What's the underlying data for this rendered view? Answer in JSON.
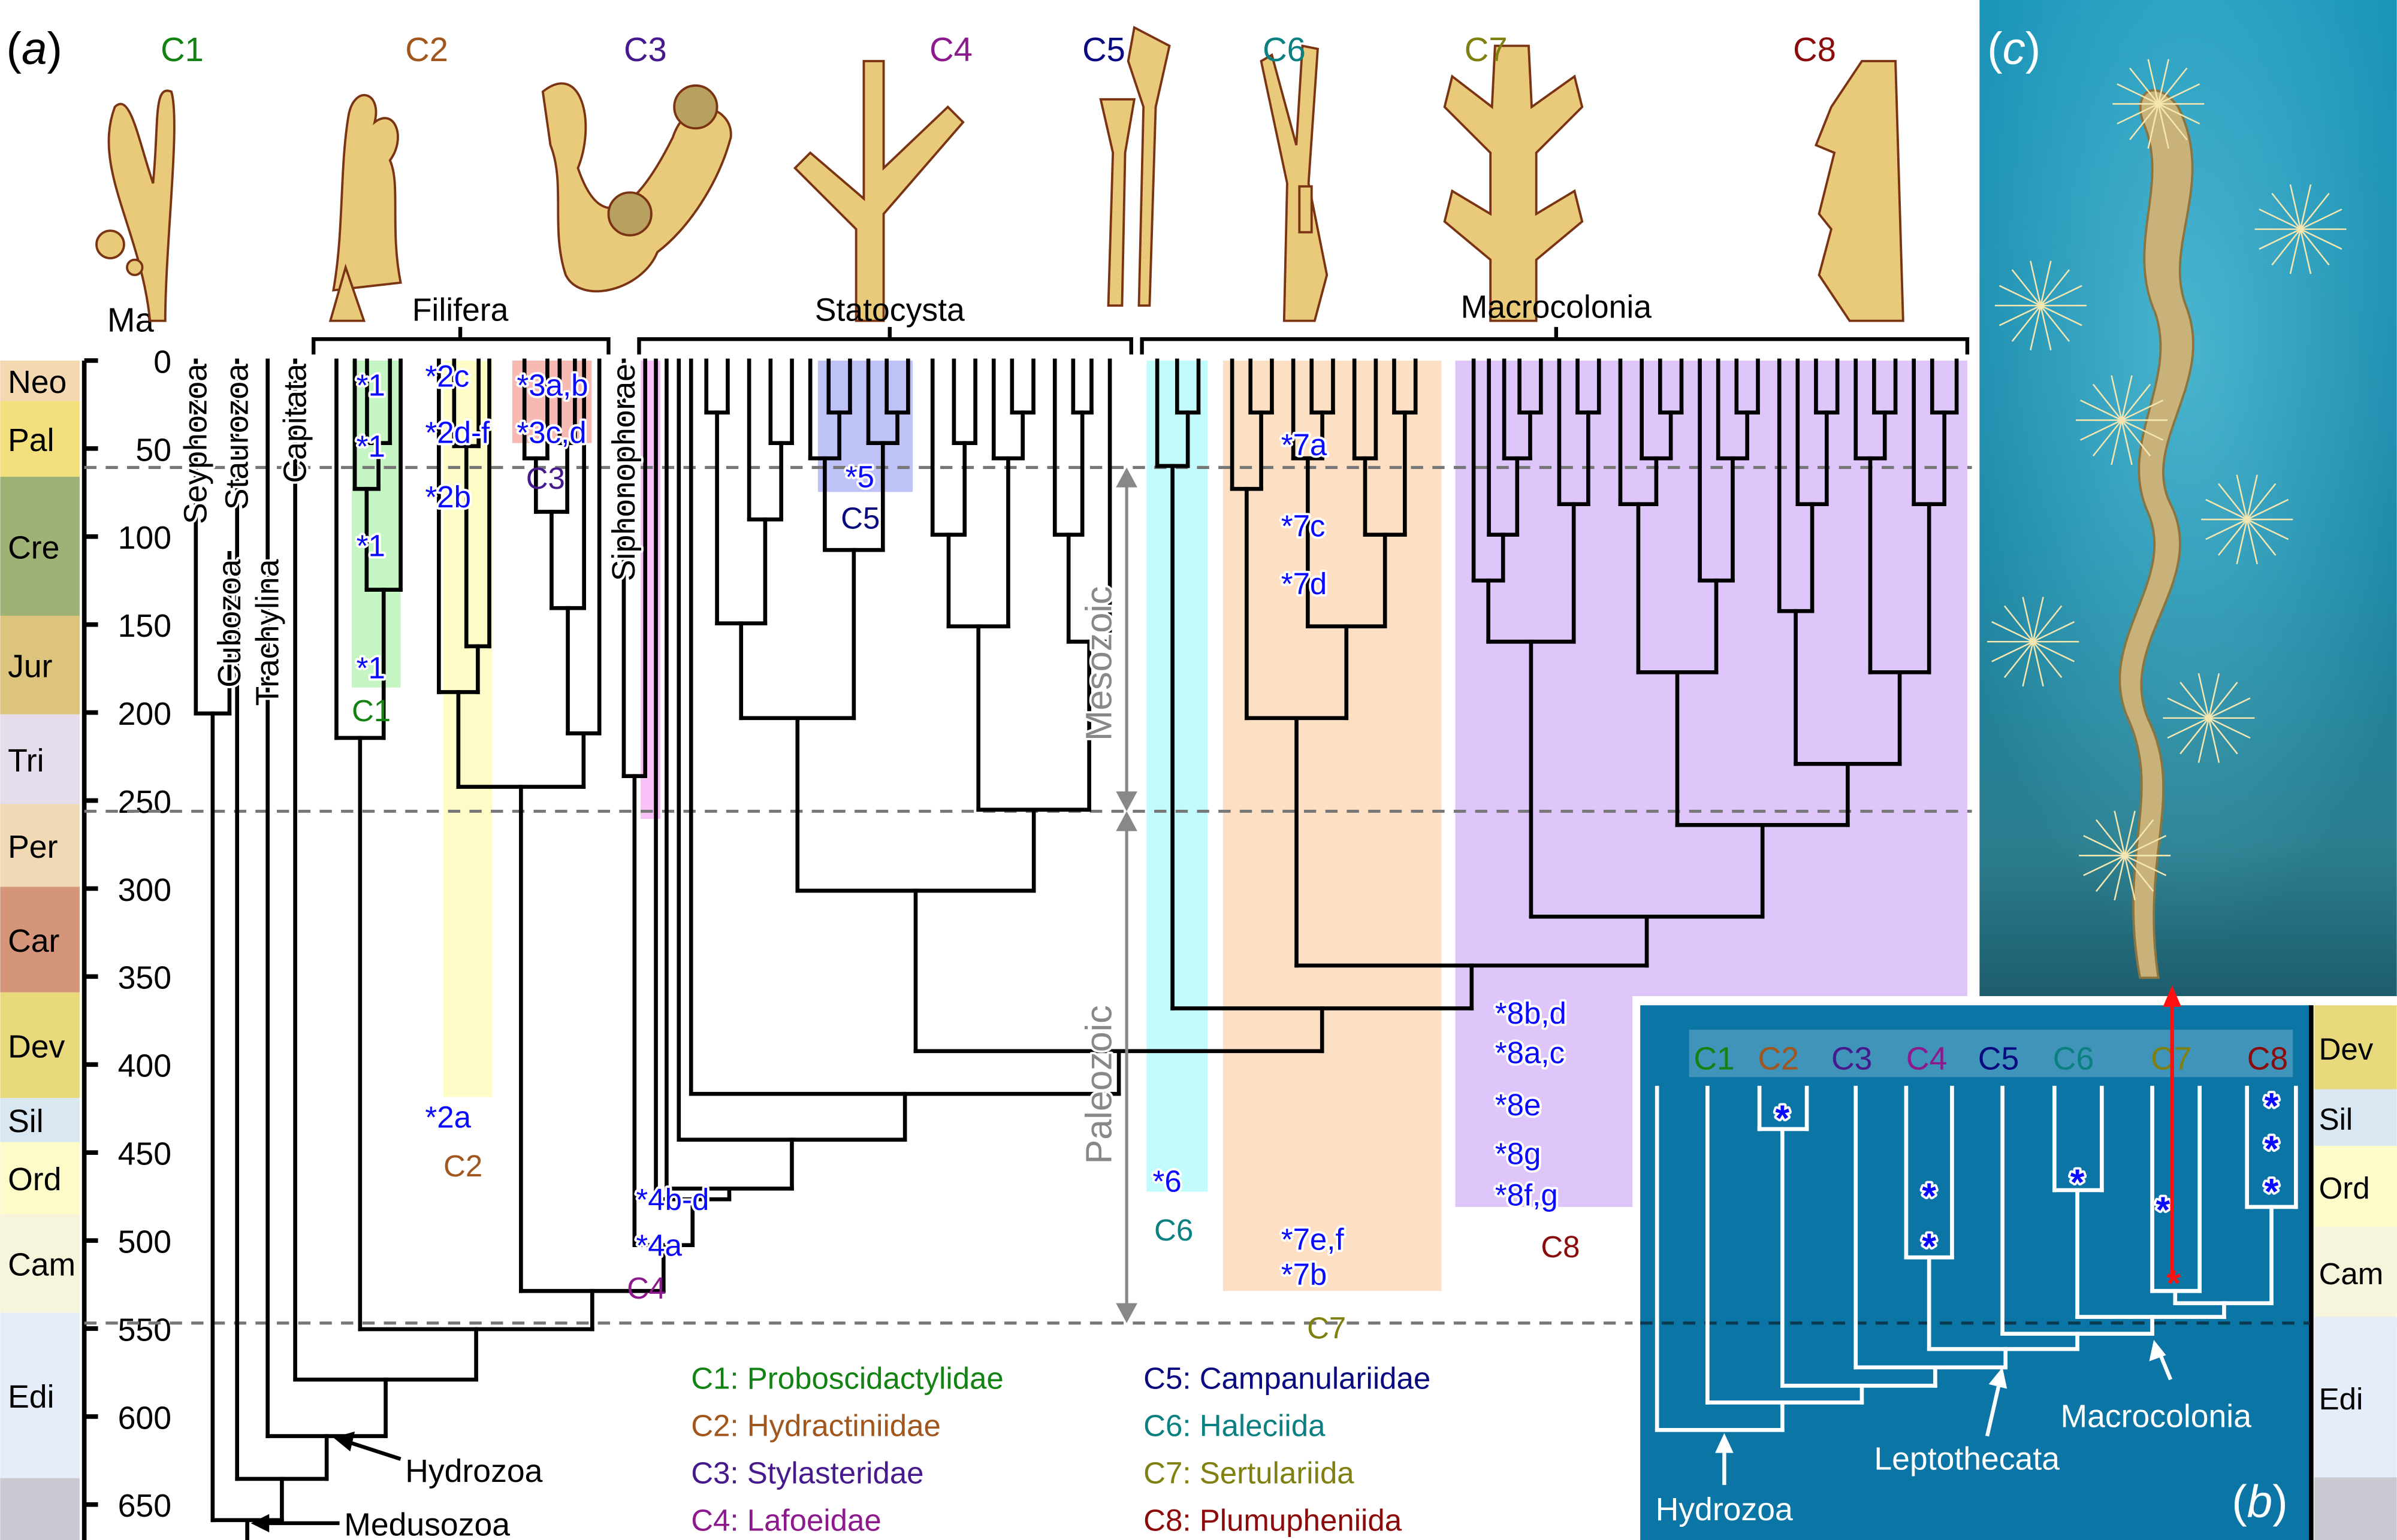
{
  "panel_labels": {
    "a": "a",
    "b": "b",
    "c": "c"
  },
  "axis": {
    "unit": "Ma",
    "ticks": [
      "0",
      "50",
      "100",
      "150",
      "200",
      "250",
      "300",
      "350",
      "400",
      "450",
      "500",
      "550",
      "600",
      "650"
    ]
  },
  "periods": [
    {
      "abbr": "Neo",
      "color": "#f3d8b2"
    },
    {
      "abbr": "Pal",
      "color": "#f2e07c"
    },
    {
      "abbr": "Cre",
      "color": "#9fb276"
    },
    {
      "abbr": "Jur",
      "color": "#dcc47c"
    },
    {
      "abbr": "Tri",
      "color": "#e5dcec"
    },
    {
      "abbr": "Per",
      "color": "#f1d9b5"
    },
    {
      "abbr": "Car",
      "color": "#d5957a"
    },
    {
      "abbr": "Dev",
      "color": "#e7d97c"
    },
    {
      "abbr": "Sil",
      "color": "#d8e7f2"
    },
    {
      "abbr": "Ord",
      "color": "#fdfbc8"
    },
    {
      "abbr": "Cam",
      "color": "#f6f4da"
    },
    {
      "abbr": "Edi",
      "color": "#e4edf9"
    },
    {
      "abbr": "",
      "color": "#c9c9d1"
    }
  ],
  "era_labels": {
    "mesozoic": "Mesozoic",
    "paleozoic": "Paleozoic"
  },
  "brackets": {
    "filifera": "Filifera",
    "statocysta": "Statocysta",
    "macrocolonia": "Macrocolonia"
  },
  "taxa": {
    "seyphozoa": "Seyphozoa",
    "cubozoa": "Cubozoa",
    "staurozoa": "Staurozoa",
    "trachylina": "Trachylina",
    "capitata": "Capitata",
    "siphonophorae": "Siphonophorae"
  },
  "node_labels": {
    "hydrozoa": "Hydrozoa",
    "medusozoa": "Medusozoa"
  },
  "clades": [
    {
      "id": "C1",
      "name": "Proboscidactylidae",
      "color": "#128212"
    },
    {
      "id": "C2",
      "name": "Hydractiniidae",
      "color": "#a0561c"
    },
    {
      "id": "C3",
      "name": "Stylasteridae",
      "color": "#461a8c"
    },
    {
      "id": "C4",
      "name": "Lafoeidae",
      "color": "#8c1a8c"
    },
    {
      "id": "C5",
      "name": "Campanulariidae",
      "color": "#0a0a80"
    },
    {
      "id": "C6",
      "name": "Haleciida",
      "color": "#0a8080"
    },
    {
      "id": "C7",
      "name": "Sertulariida",
      "color": "#808010"
    },
    {
      "id": "C8",
      "name": "Plumupheniida",
      "color": "#8b0a0a"
    }
  ],
  "legend": [
    "C1: Proboscidactylidae",
    "C2: Hydractiniidae",
    "C3: Stylasteridae",
    "C4: Lafoeidae",
    "C5: Campanulariidae",
    "C6: Haleciida",
    "C7: Sertulariida",
    "C8: Plumupheniida"
  ],
  "fossils": [
    "*1",
    "*1",
    "*1",
    "*1",
    "*2c",
    "*2d-f",
    "*2b",
    "*2a",
    "*3a,b",
    "*3c,d",
    "*4b-d",
    "*4a",
    "*5",
    "*6",
    "*7a",
    "*7c",
    "*7d",
    "*7e,f",
    "*7b",
    "*8b,d",
    "*8a,c",
    "*8e",
    "*8g",
    "*8f,g"
  ],
  "fossil_color": "#0a0aff",
  "panel_b": {
    "clade_labels": [
      "C1",
      "C2",
      "C3",
      "C4",
      "C5",
      "C6",
      "C7",
      "C8"
    ],
    "hydrozoa": "Hydrozoa",
    "leptothecata": "Leptothecata",
    "macrocolonia": "Macrocolonia",
    "periods": [
      "Dev",
      "Sil",
      "Ord",
      "Cam",
      "Edi",
      ""
    ],
    "background": "#0b76a6",
    "highlight_color": "#ff1010"
  }
}
